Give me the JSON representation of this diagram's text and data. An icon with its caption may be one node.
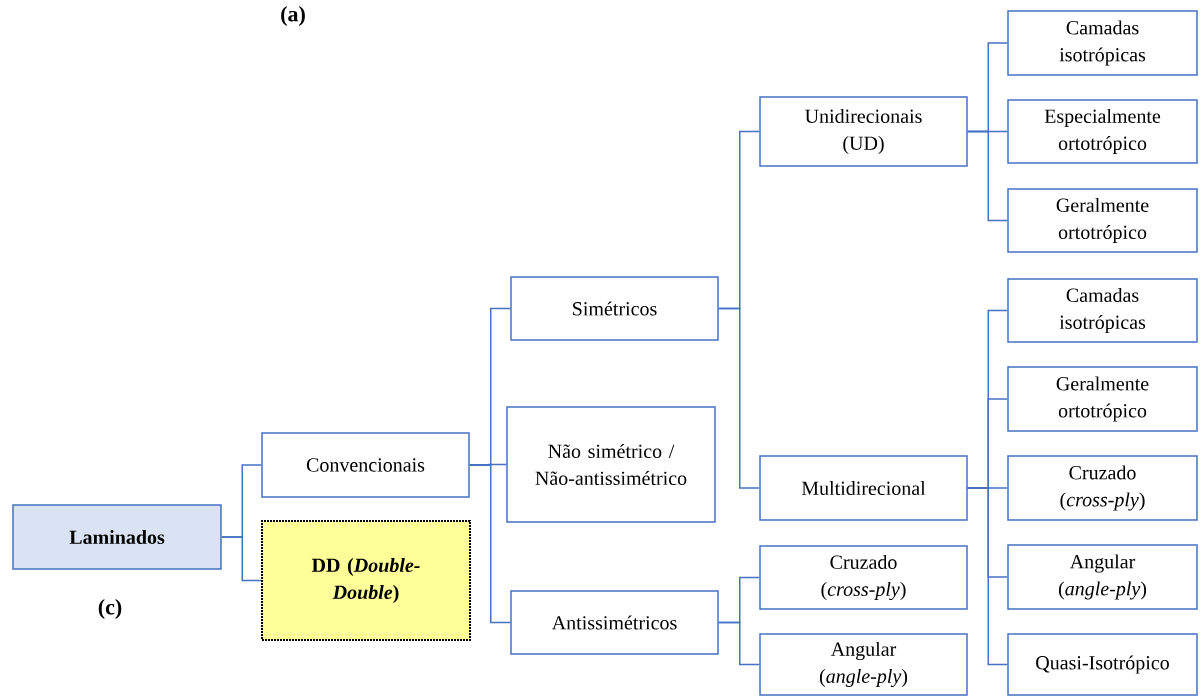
{
  "diagram": {
    "nodes": [
      {
        "text": [
          "Laminados"
        ]
      },
      {
        "text": [
          "Convencionais"
        ]
      },
      {
        "text": [
          "DD (*Double-Double*)"
        ]
      },
      {
        "text": [
          "Simétricos"
        ]
      },
      {
        "text": [
          "Não simétrico / Não-antissimétrico"
        ]
      },
      {
        "text": [
          "Antissimétricos"
        ]
      },
      {
        "text": [
          "Unidirecionais (UD)"
        ]
      },
      {
        "text": [
          "Multidirecional"
        ]
      },
      {
        "text": [
          "Cruzado (*cross-ply*)"
        ]
      },
      {
        "text": [
          "Angular (*angle-ply*)"
        ]
      },
      {
        "text": [
          "Camadas isotrópicas"
        ]
      },
      {
        "text": [
          "Especialmente ortotrópico"
        ]
      },
      {
        "text": [
          "Geralmente ortotrópico"
        ]
      },
      {
        "text": [
          "Camadas isotrópicas"
        ]
      },
      {
        "text": [
          "Geralmente ortotrópico"
        ]
      },
      {
        "text": [
          "Cruzado (*cross-ply*)"
        ]
      },
      {
        "text": [
          "Angular (*angle-ply*)"
        ]
      },
      {
        "text": [
          "Quasi-Isotrópico"
        ]
      }
    ],
    "edges": [
      {
        "from": 0,
        "to": 1,
        "arrow": "none"
      },
      {
        "from": 0,
        "to": 2,
        "arrow": "none"
      },
      {
        "from": 1,
        "to": 3,
        "arrow": "none"
      },
      {
        "from": 1,
        "to": 4,
        "arrow": "none"
      },
      {
        "from": 1,
        "to": 5,
        "arrow": "none"
      },
      {
        "from": 3,
        "to": 6,
        "arrow": "none"
      },
      {
        "from": 3,
        "to": 7,
        "arrow": "none"
      },
      {
        "from": 5,
        "to": 8,
        "arrow": "none"
      },
      {
        "from": 5,
        "to": 9,
        "arrow": "none"
      },
      {
        "from": 6,
        "to": 10,
        "arrow": "none"
      },
      {
        "from": 6,
        "to": 11,
        "arrow": "none"
      },
      {
        "from": 6,
        "to": 12,
        "arrow": "none"
      },
      {
        "from": 7,
        "to": 13,
        "arrow": "none"
      },
      {
        "from": 7,
        "to": 14,
        "arrow": "none"
      },
      {
        "from": 7,
        "to": 15,
        "arrow": "none"
      },
      {
        "from": 7,
        "to": 16,
        "arrow": "none"
      },
      {
        "from": 7,
        "to": 17,
        "arrow": "none"
      }
    ],
    "labels": [
      "(a)",
      "(c)"
    ]
  }
}
